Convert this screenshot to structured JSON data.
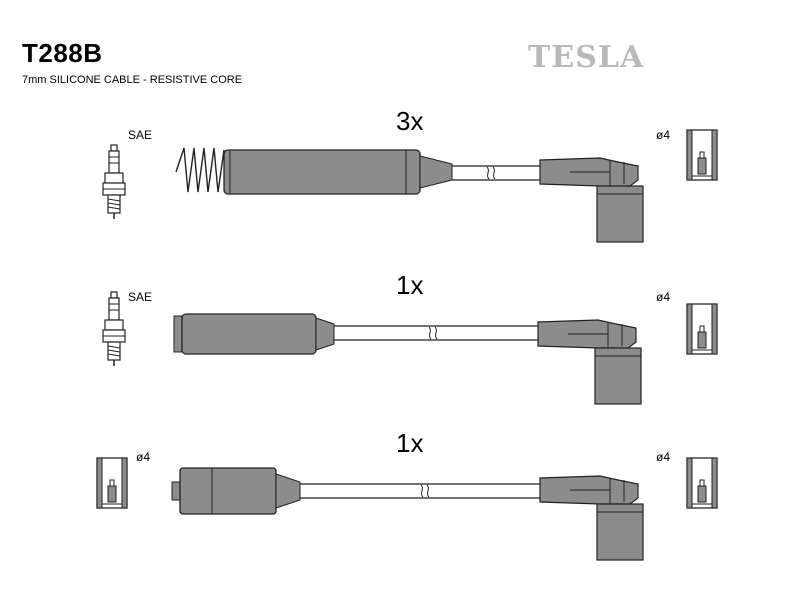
{
  "header": {
    "part_number": "T288B",
    "description": "7mm SILICONE CABLE - RESISTIVE CORE",
    "brand": "TESLA"
  },
  "rows": [
    {
      "quantity": "3x",
      "left_end_label": "SAE",
      "right_end_label": "ø4"
    },
    {
      "quantity": "1x",
      "left_end_label": "SAE",
      "right_end_label": "ø4"
    },
    {
      "quantity": "1x",
      "left_end_label": "ø4",
      "right_end_label": "ø4"
    }
  ],
  "colors": {
    "part_fill": "#8c8c8c",
    "outline": "#222222",
    "brand": "#b9b9b9"
  }
}
